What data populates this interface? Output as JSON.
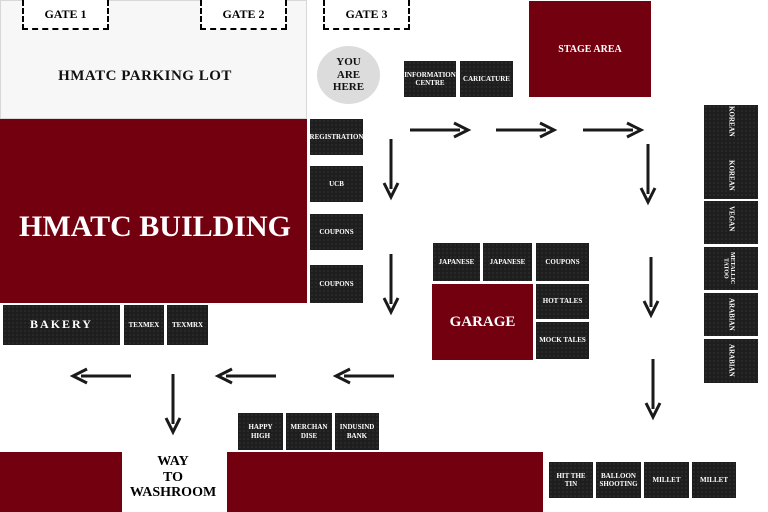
{
  "gates": [
    "GATE 1",
    "GATE 2",
    "GATE 3"
  ],
  "parking_lot": "HMATC PARKING LOT",
  "building": "HMATC BUILDING",
  "you_are_here": [
    "YOU",
    "ARE",
    "HERE"
  ],
  "stage_area": "STAGE AREA",
  "garage": "GARAGE",
  "way_to_washroom": [
    "WAY",
    "TO",
    "WASHROOM"
  ],
  "top_stalls": [
    {
      "label": "INFORMATION CENTRE"
    },
    {
      "label": "CARICATURE"
    }
  ],
  "building_stalls": [
    {
      "label": "REGISTRATION"
    },
    {
      "label": "UCB"
    },
    {
      "label": "COUPONS"
    },
    {
      "label": "COUPONS"
    }
  ],
  "middle_stalls": [
    {
      "label": "JAPANESE"
    },
    {
      "label": "JAPANESE"
    },
    {
      "label": "COUPONS"
    },
    {
      "label": "HOT TALES"
    },
    {
      "label": "MOCK TALES"
    }
  ],
  "right_stalls": [
    {
      "label": "KOREAN"
    },
    {
      "label": "KOREAN"
    },
    {
      "label": "VEGAN"
    },
    {
      "label": "METALLIC TATOO"
    },
    {
      "label": "ARABIAN"
    },
    {
      "label": "ARABIAN"
    }
  ],
  "left_stalls": [
    {
      "label": "BAKERY"
    },
    {
      "label": "TEXMEX"
    },
    {
      "label": "TEXMRX"
    }
  ],
  "bottom_stalls": [
    {
      "label": "HAPPY HIGH"
    },
    {
      "label": "MERCHAN DISE"
    },
    {
      "label": "INDUSIND BANK"
    }
  ],
  "bottom_right_stalls": [
    {
      "label": "HIT THE TIN"
    },
    {
      "label": "BALLOON SHOOTING"
    },
    {
      "label": "MILLET"
    },
    {
      "label": "MILLET"
    }
  ],
  "colors": {
    "building": "#73000f",
    "stall": "#1e1e1e",
    "parking": "#f7f7f7",
    "arrow": "#1a1a1a"
  },
  "icons": [
    "arrow-right-icon",
    "arrow-down-icon",
    "arrow-left-icon"
  ]
}
